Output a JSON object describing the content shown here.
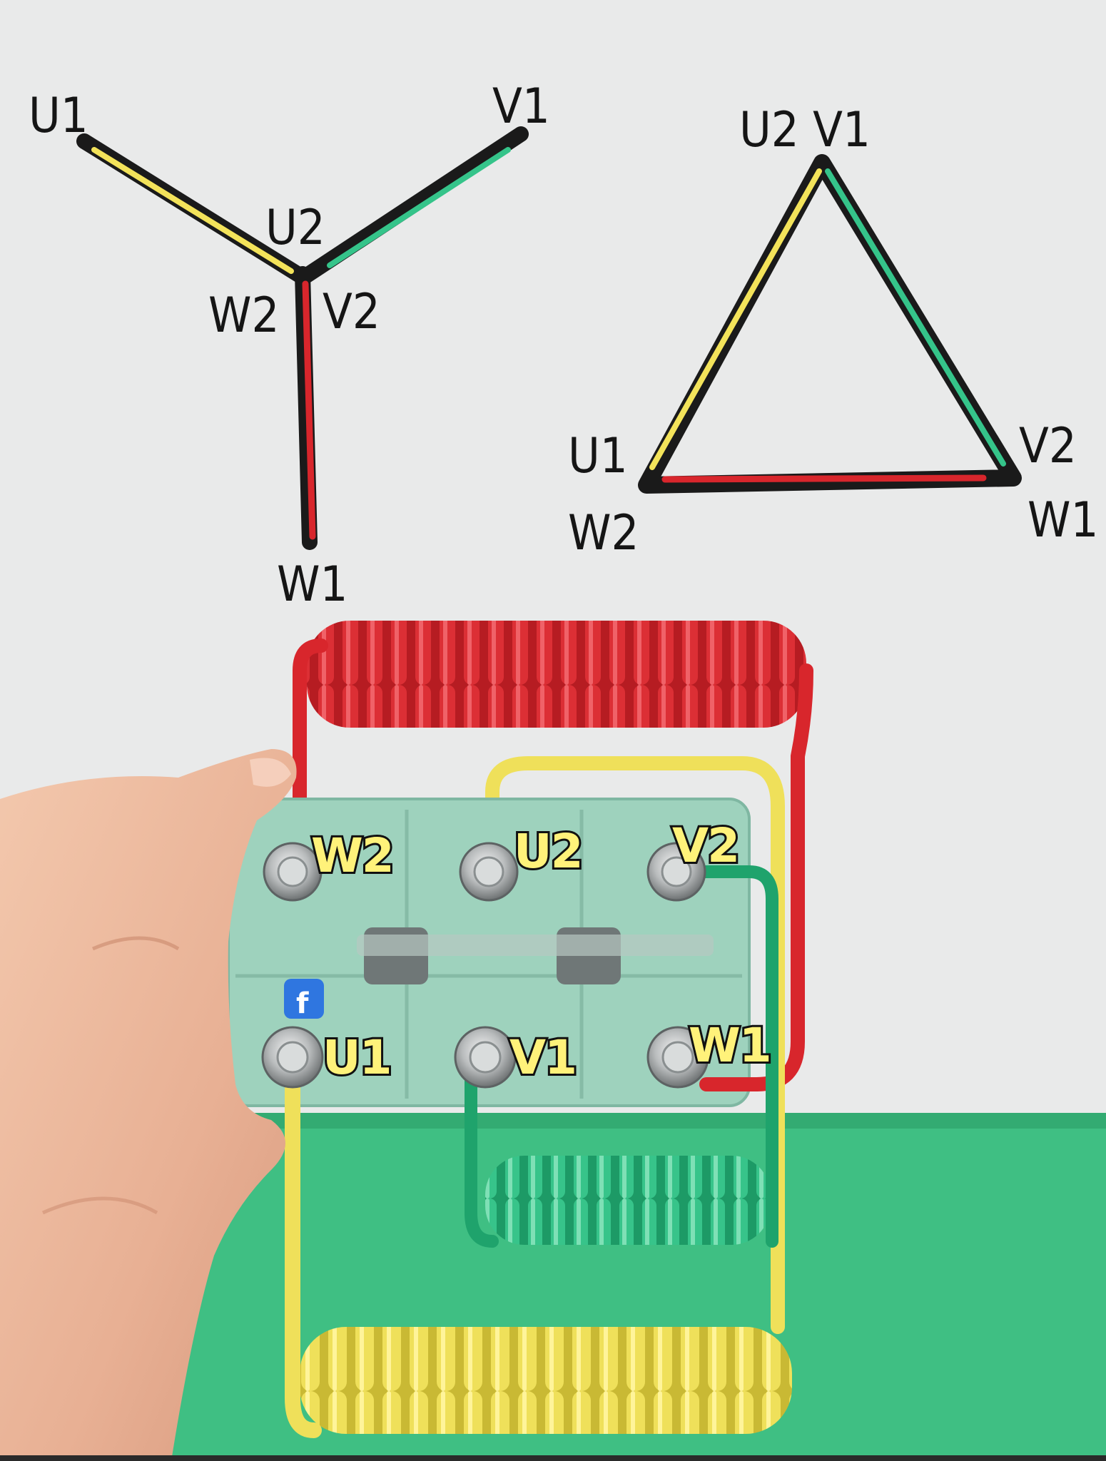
{
  "star_diagram": {
    "labels": {
      "u1": "U1",
      "v1": "V1",
      "u2": "U2",
      "w2": "W2",
      "v2": "V2",
      "w1": "W1"
    }
  },
  "delta_diagram": {
    "labels": {
      "u2_v1_top": "U2 V1",
      "u1": "U1",
      "w2": "W2",
      "v2": "V2",
      "w1": "W1"
    }
  },
  "terminal_block": {
    "labels": {
      "w2": "W2",
      "u2": "U2",
      "v2": "V2",
      "u1": "U1",
      "v1": "V1",
      "w1": "W1"
    },
    "watermark_icon": "facebook-icon",
    "watermark_text": "f"
  },
  "colors": {
    "u_phase": "#f3e35a",
    "v_phase": "#35c48a",
    "w_phase": "#d8262c",
    "outline": "#1a1a1a",
    "paper": "#e9eaea",
    "table": "#3fbf83",
    "board": "#9ed2bd"
  }
}
